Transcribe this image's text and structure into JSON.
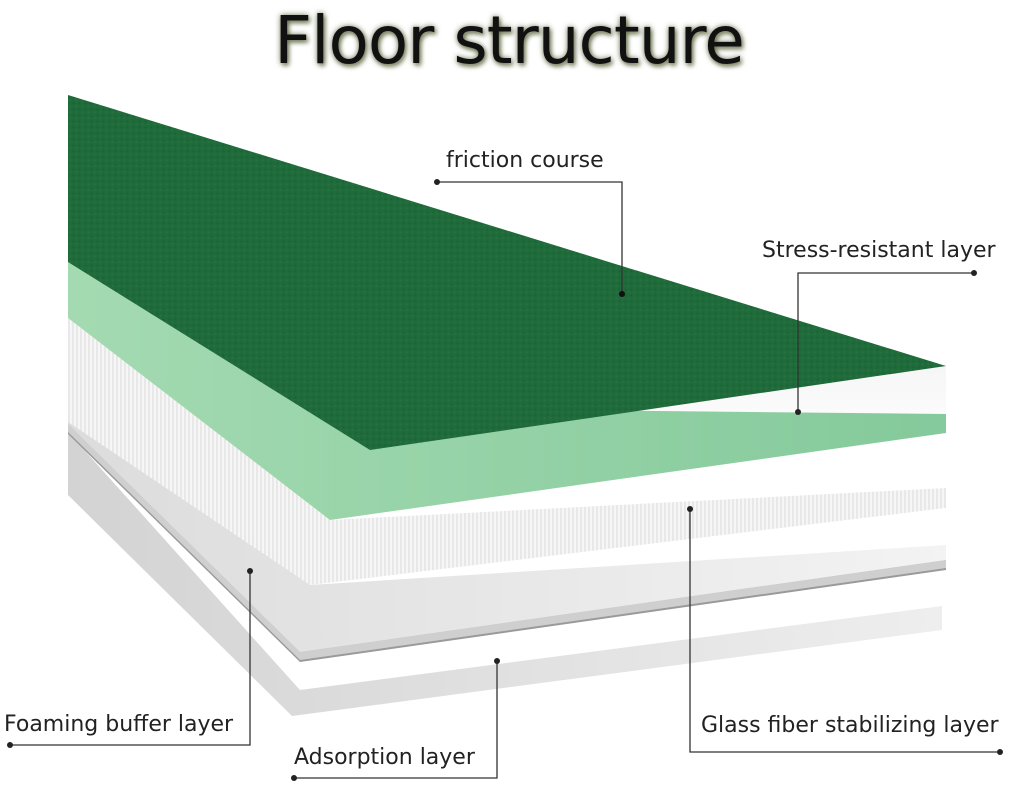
{
  "title": "Floor structure",
  "colors": {
    "friction_course": "#1f6b3a",
    "stress_resistant": "#8fcf9e",
    "glass_fiber": "#f2f2f2",
    "foaming_buffer": "#d9d9d9",
    "adsorption": "#dedede"
  },
  "layers": [
    {
      "key": "friction_course",
      "label": "friction course"
    },
    {
      "key": "stress_resistant",
      "label": "Stress-resistant layer"
    },
    {
      "key": "glass_fiber",
      "label": "Glass fiber stabilizing layer"
    },
    {
      "key": "foaming_buffer",
      "label": "Foaming buffer layer"
    },
    {
      "key": "adsorption",
      "label": "Adsorption layer"
    }
  ]
}
